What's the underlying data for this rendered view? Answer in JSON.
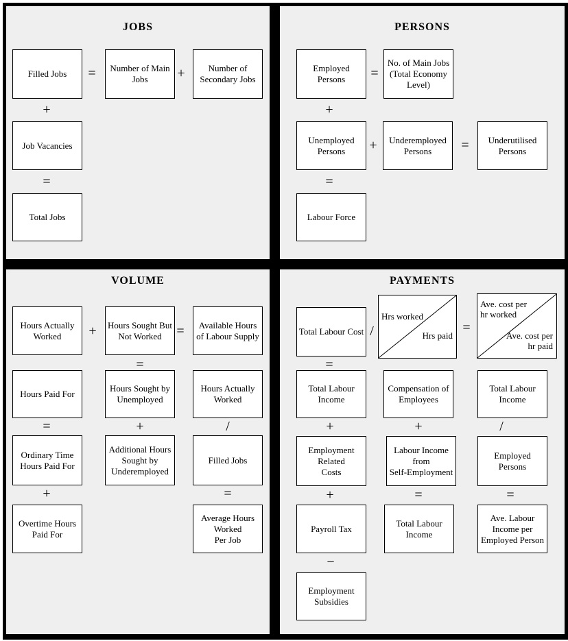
{
  "colors": {
    "background": "#efefef",
    "box_fill": "#ffffff",
    "line": "#000000"
  },
  "ops": {
    "plus": "+",
    "equals": "=",
    "divide": "/",
    "minus": "−"
  },
  "jobs": {
    "title": "JOBS",
    "filled_jobs": "Filled Jobs",
    "number_of_main_jobs": "Number of Main\nJobs",
    "number_of_secondary_jobs": "Number of\nSecondary Jobs",
    "job_vacancies": "Job Vacancies",
    "total_jobs": "Total Jobs"
  },
  "persons": {
    "title": "PERSONS",
    "employed_persons": "Employed Persons",
    "no_of_main_jobs": "No. of Main Jobs\n(Total Economy\nLevel)",
    "unemployed_persons": "Unemployed\nPersons",
    "underemployed_persons": "Underemployed\nPersons",
    "underutilised_persons": "Underutilised\nPersons",
    "labour_force": "Labour Force"
  },
  "volume": {
    "title": "VOLUME",
    "hours_actually_worked": "Hours Actually\nWorked",
    "hours_sought_but_not_worked": "Hours Sought But\nNot Worked",
    "available_hours_of_labour_supply": "Available Hours\nof Labour Supply",
    "hours_paid_for": "Hours Paid For",
    "hours_sought_by_unemployed": "Hours Sought by\nUnemployed",
    "hours_actually_worked_2": "Hours Actually\nWorked",
    "ordinary_time_hours_paid_for": "Ordinary Time\nHours Paid For",
    "additional_hours_sought_by_underemployed": "Additional Hours\nSought by\nUnderemployed",
    "filled_jobs": "Filled Jobs",
    "overtime_hours_paid_for": "Overtime Hours\nPaid For",
    "average_hours_worked_per_job": "Average Hours\nWorked\nPer Job"
  },
  "payments": {
    "title": "PAYMENTS",
    "total_labour_cost": "Total Labour Cost",
    "hrs_worked": "Hrs worked",
    "hrs_paid": "Hrs paid",
    "ave_cost_per_hr_worked": "Ave. cost per\nhr worked",
    "ave_cost_per_hr_paid": "Ave. cost per\nhr paid",
    "total_labour_income": "Total Labour\nIncome",
    "compensation_of_employees": "Compensation of\nEmployees",
    "total_labour_income_2": "Total Labour\nIncome",
    "employment_related_costs": "Employment\nRelated\nCosts",
    "labour_income_from_self_employment": "Labour Income\nfrom\nSelf-Employment",
    "employed_persons": "Employed Persons",
    "payroll_tax": "Payroll Tax",
    "total_labour_income_3": "Total Labour\nIncome",
    "ave_labour_income_per_employed_person": "Ave. Labour\nIncome per\nEmployed Person",
    "employment_subsidies": "Employment\nSubsidies"
  }
}
